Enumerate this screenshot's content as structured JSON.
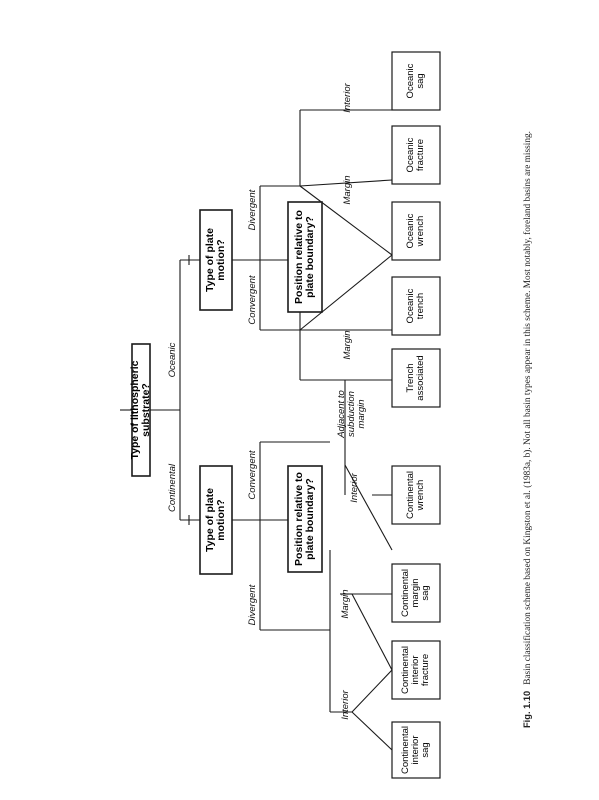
{
  "root_question": "Type of lithospheric substrate?",
  "branches": {
    "continental": "Continental",
    "oceanic": "Oceanic"
  },
  "continental": {
    "motion_question": "Type of plate motion?",
    "divergent": "Divergent",
    "convergent": "Convergent",
    "position_question": "Position relative to plate boundary?",
    "interior": "Interior",
    "margin": "Margin",
    "interior_conv": "Interior",
    "adjacent": "Adjacent to subduction margin"
  },
  "oceanic": {
    "motion_question": "Type of plate motion?",
    "convergent": "Convergent",
    "divergent": "Divergent",
    "position_question": "Position relative to plate boundary?",
    "margin_conv": "Margin",
    "margin_div": "Margin",
    "interior": "Interior"
  },
  "basins": [
    "Continental\ninterior\nsag",
    "Continental\ninterior\nfracture",
    "Continental\nmargin\nsag",
    "Continental\nwrench",
    "Trench\nassociated",
    "Oceanic\ntrench",
    "Oceanic\nwrench",
    "Oceanic\nfracture",
    "Oceanic\nsag"
  ],
  "caption": {
    "label": "Fig. 1.10",
    "text": "Basin classification scheme based on Kingston et al. (1983a, b). Not all basin types appear in this scheme. Most notably, foreland basins are missing."
  }
}
